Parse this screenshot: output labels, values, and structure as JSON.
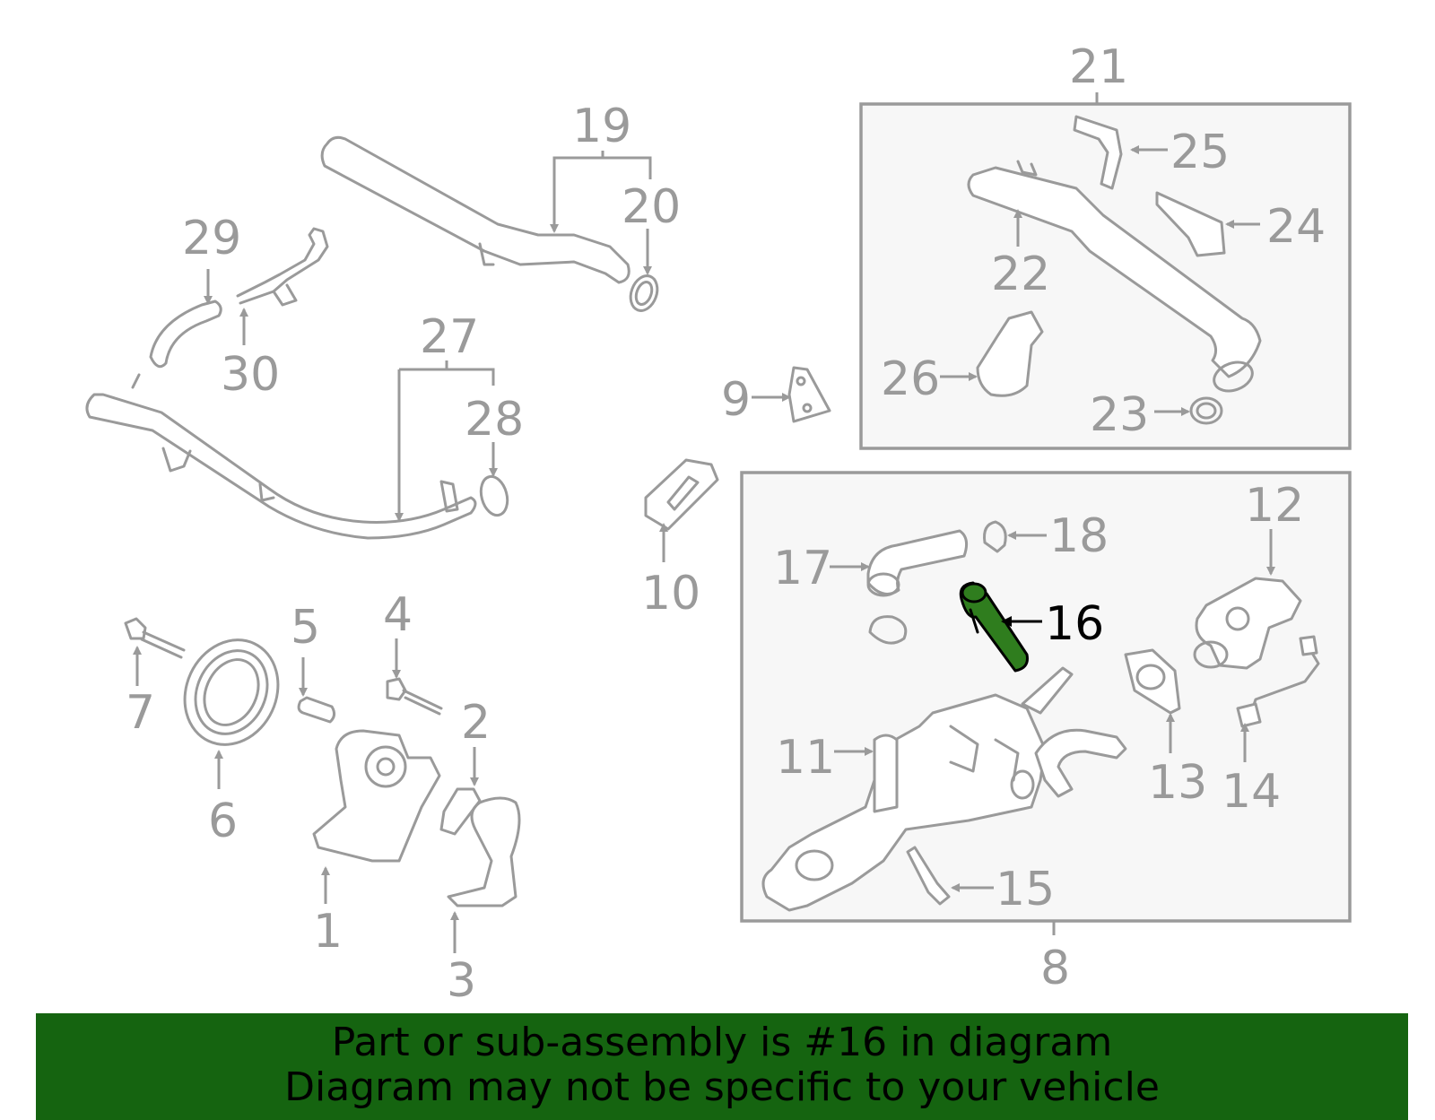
{
  "highlighted_part": "16",
  "callouts": [
    "1",
    "2",
    "3",
    "4",
    "5",
    "6",
    "7",
    "8",
    "9",
    "10",
    "11",
    "12",
    "13",
    "14",
    "15",
    "16",
    "17",
    "18",
    "19",
    "20",
    "21",
    "22",
    "23",
    "24",
    "25",
    "26",
    "27",
    "28",
    "29",
    "30"
  ],
  "banner": {
    "line1": "Part or sub-assembly is #16 in diagram",
    "line2": "Diagram may not be specific to your vehicle"
  },
  "colors": {
    "line_gray": "#9a9a9a",
    "highlight_green": "#2f7d1e",
    "banner_green": "#156410",
    "box_fill": "#f7f7f7"
  }
}
